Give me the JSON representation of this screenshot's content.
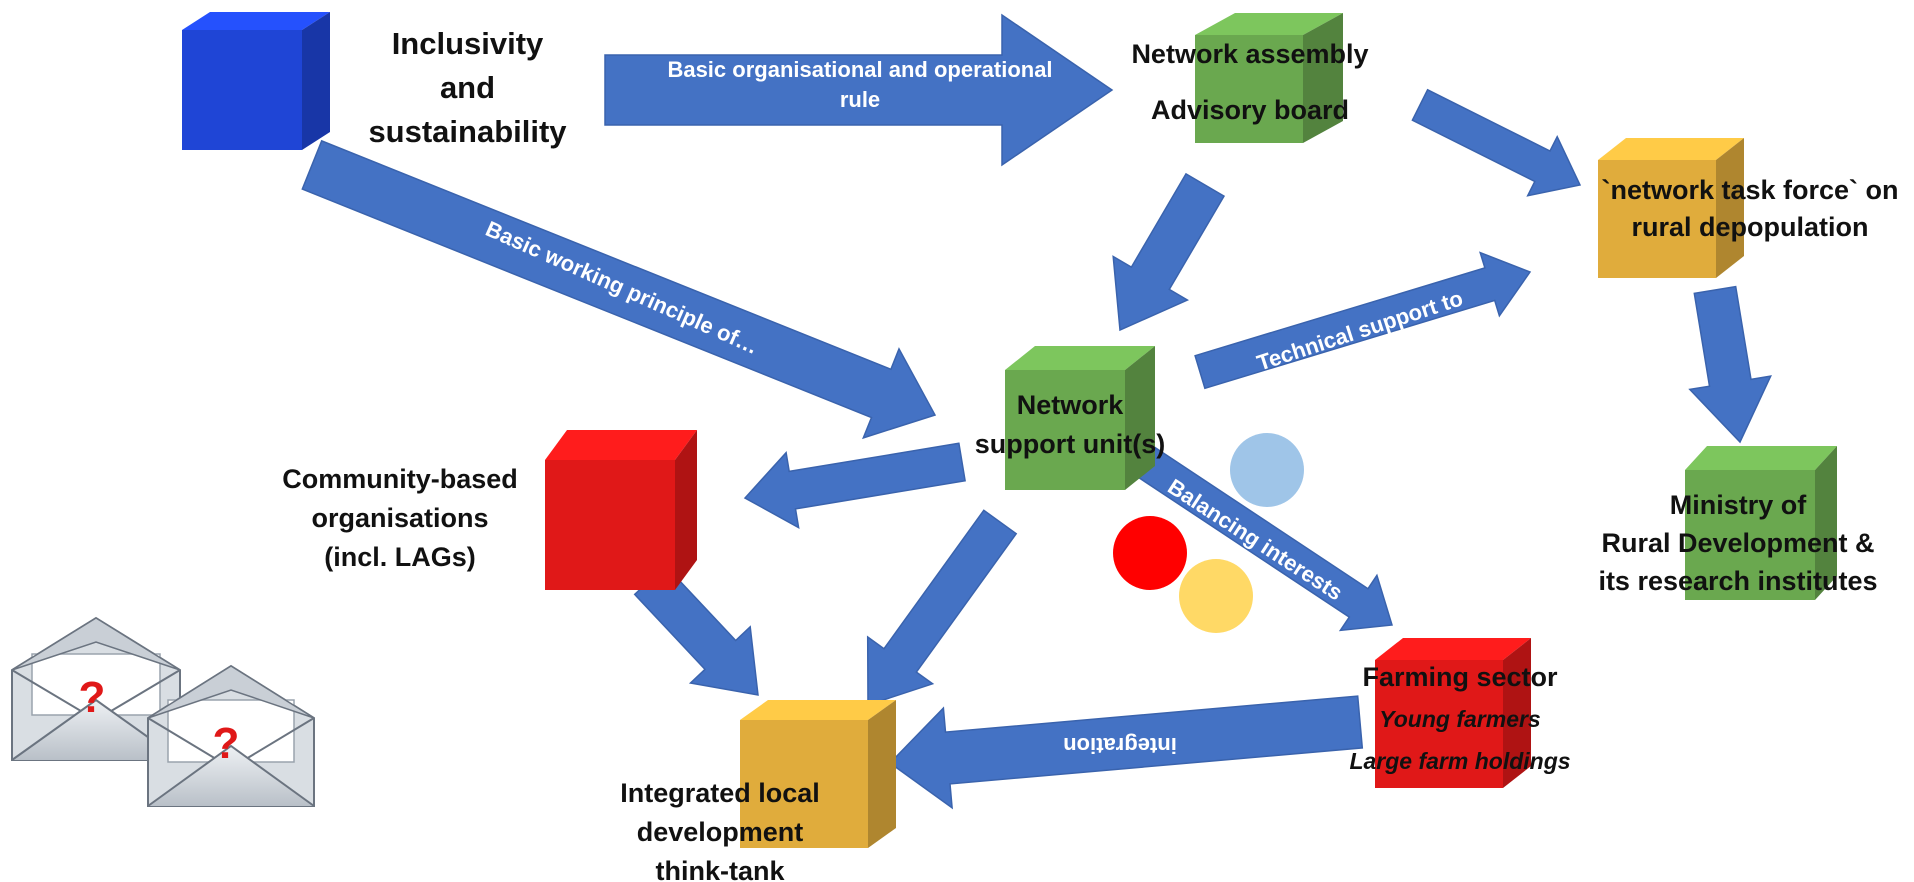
{
  "colors": {
    "arrow": "#4472c4",
    "arrow_stroke": "#3a63ad",
    "blue_cube": "#1f45d6",
    "green_cube": "#6aa84f",
    "gold_cube": "#e0ac3c",
    "red_cube": "#e01818",
    "circle_blue": "#9fc5e8",
    "circle_red": "#ff0000",
    "circle_yellow": "#ffd966",
    "question_mark": "#e01818"
  },
  "nodes": {
    "inclusivity": {
      "line1": "Inclusivity",
      "line2": "and",
      "line3": "sustainability"
    },
    "network_assembly": {
      "line1": "Network assembly",
      "line2": "Advisory board"
    },
    "task_force": {
      "line1": "`network task force` on",
      "line2": "rural depopulation"
    },
    "support_unit": {
      "line1": "Network",
      "line2": "support unit(s)"
    },
    "community": {
      "line1": "Community-based",
      "line2": "organisations",
      "line3": "(incl. LAGs)"
    },
    "ministry": {
      "line1": "Ministry of",
      "line2": "Rural Development &",
      "line3": "its research institutes"
    },
    "farming": {
      "line1": "Farming sector",
      "line2": "Young farmers",
      "line3": "Large farm holdings"
    },
    "think_tank": {
      "line1": "Integrated local",
      "line2": "development",
      "line3": "think-tank"
    }
  },
  "arrow_labels": {
    "basic_rule": {
      "line1": "Basic organisational and operational",
      "line2": "rule"
    },
    "working_principle": "Basic working principle of…",
    "technical_support": "Technical support to",
    "balancing": "Balancing interests",
    "integration": "integration"
  },
  "envelopes": {
    "mark": "?"
  }
}
